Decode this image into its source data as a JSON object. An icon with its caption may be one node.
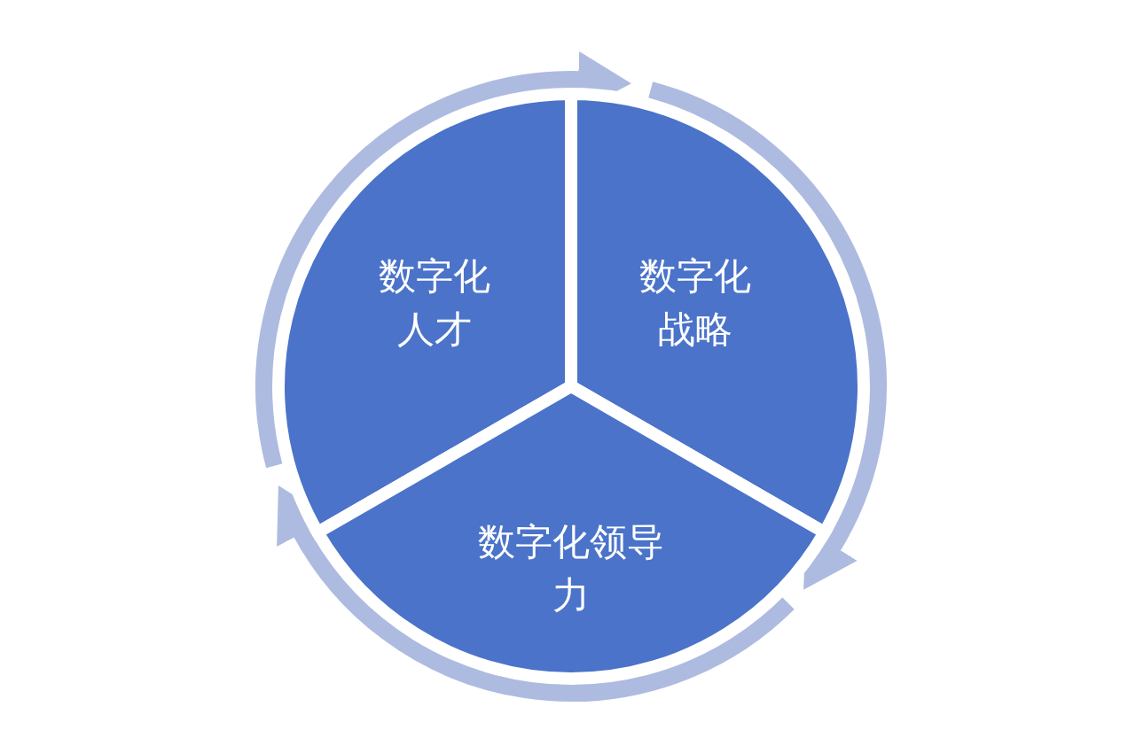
{
  "diagram": {
    "nodes": [
      {
        "text": [
          "数字化人才"
        ]
      },
      {
        "text": [
          "数字化战略"
        ]
      },
      {
        "text": [
          "数字化领导力"
        ]
      }
    ],
    "edges": [
      {
        "from": 0,
        "to": 1,
        "arrow": "to"
      },
      {
        "from": 1,
        "to": 2,
        "arrow": "to"
      },
      {
        "from": 2,
        "to": 0,
        "arrow": "to"
      }
    ]
  }
}
